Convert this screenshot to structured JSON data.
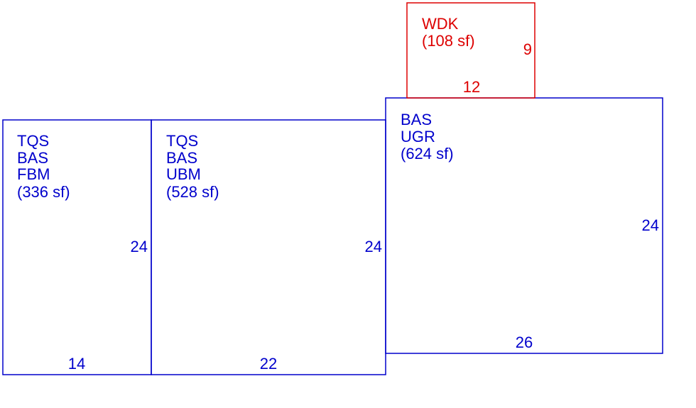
{
  "colors": {
    "main_area": "#0000cc",
    "deck": "#dd0000",
    "background": "#ffffff"
  },
  "rooms": [
    {
      "id": "fbm",
      "lines": [
        "TQS",
        "BAS",
        "FBM",
        "(336 sf)"
      ],
      "depth_label": "24",
      "width_label": "14",
      "color": "#0000cc"
    },
    {
      "id": "ubm",
      "lines": [
        "TQS",
        "BAS",
        "UBM",
        "(528 sf)"
      ],
      "depth_label": "24",
      "width_label": "22",
      "color": "#0000cc"
    },
    {
      "id": "ugr",
      "lines": [
        "BAS",
        "UGR",
        "(624 sf)"
      ],
      "depth_label": "24",
      "width_label": "26",
      "color": "#0000cc"
    },
    {
      "id": "wdk",
      "lines": [
        "WDK",
        "(108 sf)"
      ],
      "depth_label": "9",
      "width_label": "12",
      "color": "#dd0000"
    }
  ]
}
